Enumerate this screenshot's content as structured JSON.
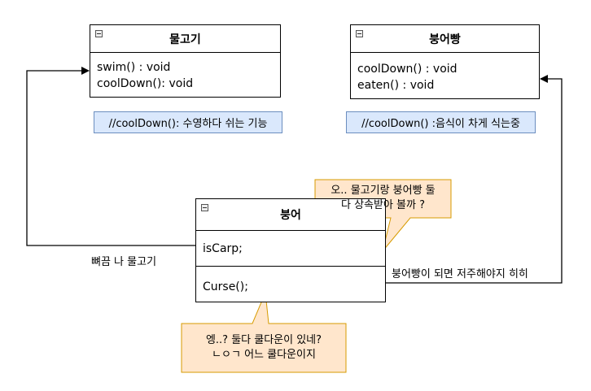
{
  "classes": {
    "fish": {
      "name": "물고기",
      "methods": [
        "swim() : void",
        "coolDown(): void"
      ]
    },
    "bungeoppang": {
      "name": "붕어빵",
      "methods": [
        "coolDown() : void",
        "eaten() : void"
      ]
    },
    "carp": {
      "name": "붕어",
      "attributes": [
        "isCarp;"
      ],
      "methods": [
        "Curse();"
      ]
    }
  },
  "notes": {
    "fish_note": "//coolDown(): 수영하다 쉬는 기능",
    "bungeoppang_note": "//coolDown() :음식이 차게 식는중"
  },
  "edges": {
    "to_fish": "뼈끔 나 물고기",
    "to_bungeoppang": "붕어빵이 되면 저주해야지 히히"
  },
  "callouts": {
    "top": [
      "오.. 물고기랑 붕어빵 둘",
      "다 상속받아 볼까 ?"
    ],
    "bottom": [
      "엥..? 둘다 쿨다운이 있네?",
      "ㄴㅇㄱ 어느 쿨다운이지"
    ]
  },
  "colors": {
    "note_fill": "#dae8fc",
    "note_stroke": "#6c8ebf",
    "callout_fill": "#ffe6cc",
    "callout_stroke": "#d79b00"
  }
}
